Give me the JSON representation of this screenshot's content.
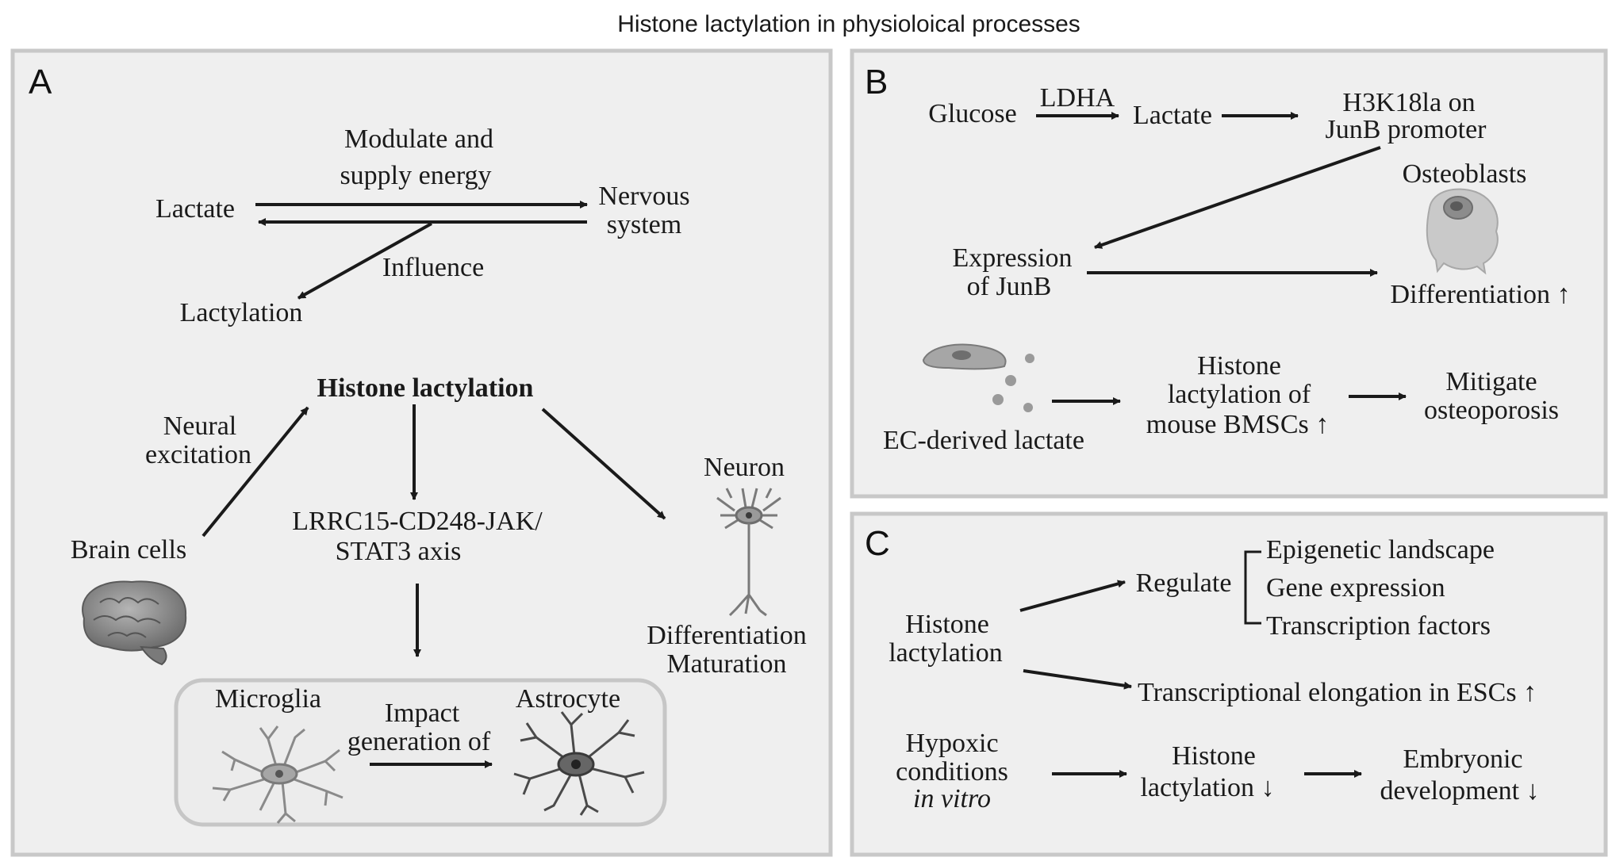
{
  "title": "Histone lactylation in physioloical processes",
  "panel_a": {
    "letter": "A",
    "top": {
      "lactate": "Lactate",
      "modulate_1": "Modulate and",
      "modulate_2": "supply energy",
      "nervous_1": "Nervous",
      "nervous_2": "system",
      "influence": "Influence",
      "lactylation": "Lactylation"
    },
    "histone_lactylation": "Histone lactylation",
    "neural_1": "Neural",
    "neural_2": "excitation",
    "brain_cells": "Brain cells",
    "axis_1": "LRRC15-CD248-JAK/",
    "axis_2": "STAT3 axis",
    "neuron": "Neuron",
    "differentiation": "Differentiation",
    "maturation": "Maturation",
    "microglia": "Microglia",
    "impact_1": "Impact",
    "impact_2": "generation of",
    "astrocyte": "Astrocyte"
  },
  "panel_b": {
    "letter": "B",
    "glucose": "Glucose",
    "ldha": "LDHA",
    "lactate": "Lactate",
    "h3k18la_1": "H3K18la on",
    "h3k18la_2": "JunB promoter",
    "osteoblasts": "Osteoblasts",
    "expression_1": "Expression",
    "expression_2": "of JunB",
    "differentiation": "Differentiation ↑",
    "ec_lactate": "EC-derived lactate",
    "histone_1": "Histone",
    "histone_2": "lactylation of",
    "histone_3": "mouse BMSCs ↑",
    "mitigate_1": "Mitigate",
    "mitigate_2": "osteoporosis"
  },
  "panel_c": {
    "letter": "C",
    "histone_1": "Histone",
    "histone_2": "lactylation",
    "regulate": "Regulate",
    "epigenetic": "Epigenetic landscape",
    "gene_expression": "Gene expression",
    "transcription_factors": "Transcription factors",
    "elongation": "Transcriptional elongation in ESCs ↑",
    "hypoxic_1": "Hypoxic",
    "hypoxic_2": "conditions",
    "hypoxic_3": "in vitro",
    "hl_down_1": "Histone",
    "hl_down_2": "lactylation ↓",
    "embryonic_1": "Embryonic",
    "embryonic_2": "development ↓"
  },
  "colors": {
    "panel_fill": "#efefef",
    "panel_border": "#c8c8c8",
    "text": "#1a1a1a",
    "cell_gray": "#8a8a8a"
  },
  "icons": [
    "brain-icon",
    "neuron-icon",
    "microglia-icon",
    "astrocyte-icon",
    "osteoblast-icon",
    "endothelial-cell-icon"
  ]
}
